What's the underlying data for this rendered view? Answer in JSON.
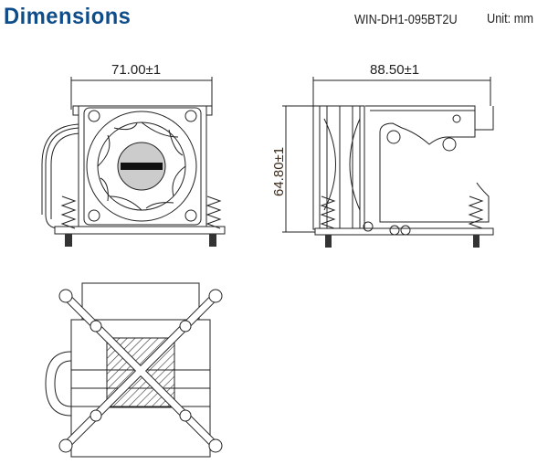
{
  "header": {
    "title": "Dimensions",
    "model": "WIN-DH1-095BT2U",
    "unit": "Unit: mm"
  },
  "dimensions": {
    "front_width": "71.00±1",
    "side_width": "88.50±1",
    "side_height": "64.80±1"
  },
  "colors": {
    "title": "#0f4d8a",
    "lines": "#222222"
  }
}
